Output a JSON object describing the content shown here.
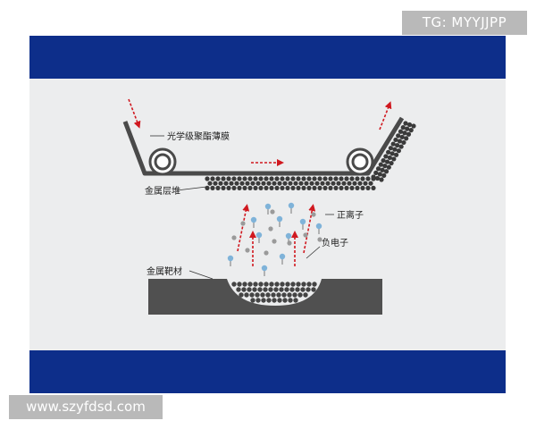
{
  "watermarks": {
    "top_right": "TG: MYYJJPP",
    "bottom_left": "www.szyfdsd.com"
  },
  "diagram": {
    "labels": {
      "film": "光学级聚酯薄膜",
      "metal_layer": "金属层堆",
      "positive_ion": "正离子",
      "electron": "负电子",
      "target": "金属靶材"
    }
  },
  "colors": {
    "band": "#0d2e8a",
    "panel": "#ecedee",
    "film": "#4a4a4a",
    "target": "#505050",
    "arrow": "#d0181f",
    "ion": "#7fb3d9",
    "electron": "#9a9a9a"
  }
}
